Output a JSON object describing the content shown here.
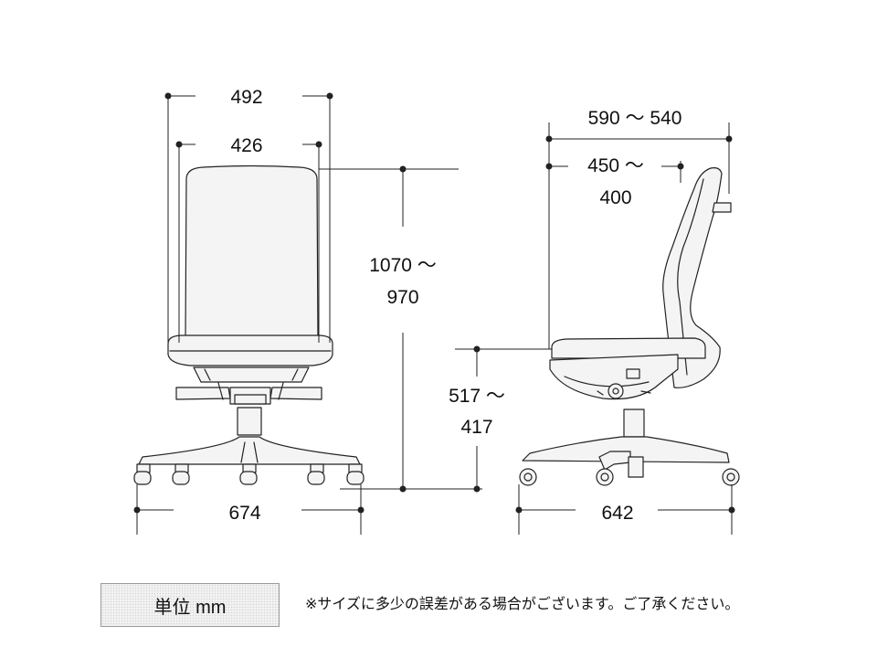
{
  "dimensions": {
    "front_outer_width": "492",
    "front_inner_width": "426",
    "height_max": "1070 ～",
    "height_min": "970",
    "base_width_front": "674",
    "side_depth": "590 ～ 540",
    "seat_depth_max": "450 ～",
    "seat_depth_min": "400",
    "seat_height_max": "517 ～",
    "seat_height_min": "417",
    "base_width_side": "642"
  },
  "unit_label": "単位 mm",
  "note": "※サイズに多少の誤差がある場合がございます。ご了承ください。",
  "colors": {
    "line": "#222222",
    "fill": "#f4f4f4",
    "note_box": "#f2f2f2"
  },
  "views": [
    "chair-front-view",
    "chair-side-view"
  ]
}
